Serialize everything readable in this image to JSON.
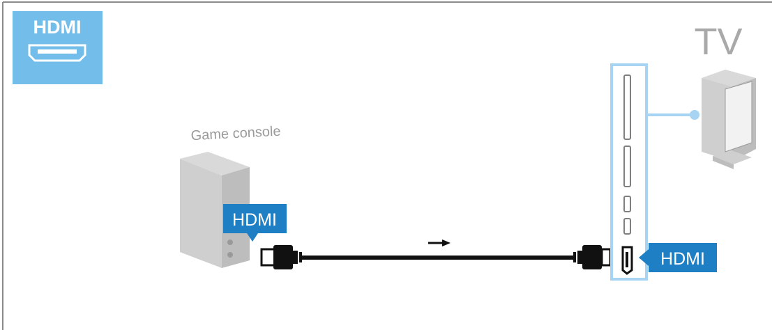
{
  "badge": {
    "label": "HDMI",
    "icon": "hdmi-connector-icon"
  },
  "devices": {
    "console": {
      "label": "Game console"
    },
    "tv": {
      "label": "TV"
    }
  },
  "connectors": {
    "console_tag": "HDMI",
    "tv_tag": "HDMI"
  },
  "colors": {
    "accent": "#1f7fc4",
    "light_accent": "#a6d4f2",
    "badge_bg": "#72bde9",
    "device_gray": "#c8c8c8",
    "cable": "#111111"
  },
  "flow": {
    "direction": "right",
    "icon": "arrow-right-icon"
  }
}
